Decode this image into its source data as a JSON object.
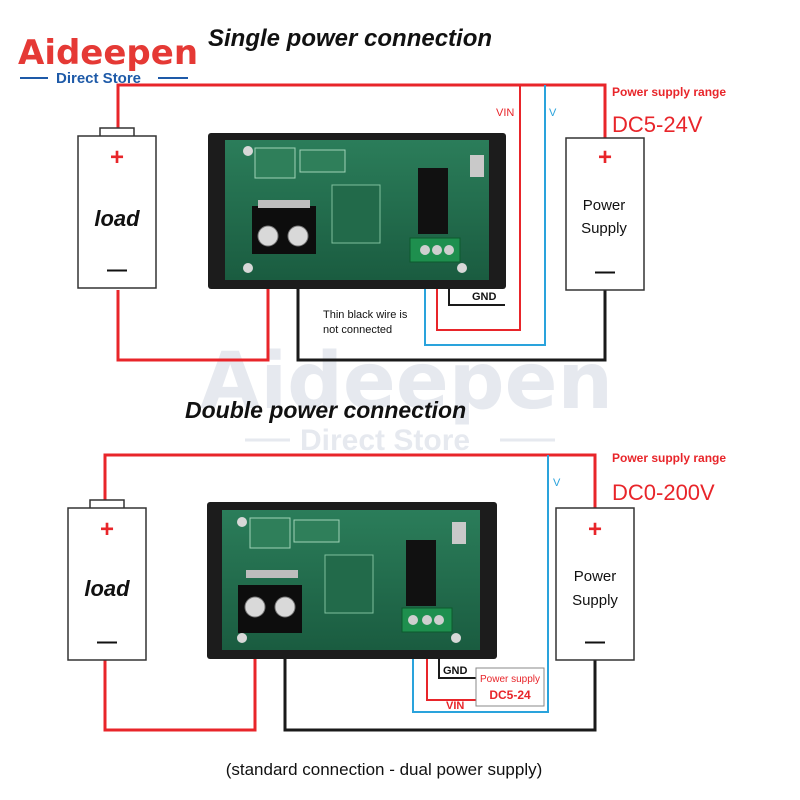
{
  "logo": {
    "brand": "Aideepen",
    "tagline": "Direct Store"
  },
  "watermark": {
    "brand": "Aideepen",
    "tagline": "Direct Store"
  },
  "single": {
    "title": "Single power connection",
    "load_label": "load",
    "supply_label_line1": "Power",
    "supply_label_line2": "Supply",
    "range_caption": "Power supply range",
    "range_value": "DC5-24V",
    "wire_vin": "VIN",
    "wire_v": "V",
    "wire_gnd": "GND",
    "note_line1": "Thin black wire is",
    "note_line2": "not connected",
    "plus": "+",
    "minus": "—"
  },
  "double": {
    "title": "Double power connection",
    "load_label": "load",
    "supply_label_line1": "Power",
    "supply_label_line2": "Supply",
    "range_caption": "Power supply range",
    "range_value": "DC0-200V",
    "wire_v": "V",
    "wire_gnd": "GND",
    "wire_vin": "VIN",
    "box_caption": "Power supply",
    "box_value": "DC5-24",
    "plus": "+",
    "minus": "—"
  },
  "footer": "(standard connection - dual power supply)",
  "colors": {
    "red_wire": "#e8252a",
    "blue_wire": "#2aa3dc",
    "black_wire": "#1a1a1a",
    "board": "#1f6e4d",
    "logo_red": "#e53935",
    "logo_blue": "#1e5aa8"
  }
}
